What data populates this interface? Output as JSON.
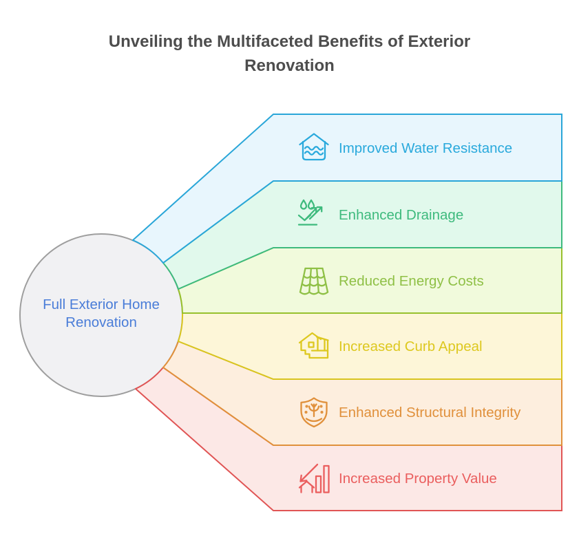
{
  "title": "Unveiling the Multifaceted Benefits of Exterior Renovation",
  "center": {
    "label_line1": "Full Exterior Home",
    "label_line2": "Renovation",
    "text_color": "#4a7dd8",
    "fill": "#f1f1f3",
    "border_color": "#9e9e9e"
  },
  "bands": [
    {
      "label": "Improved Water Resistance",
      "icon": "flooded-house-icon",
      "fill": "#e8f6fd",
      "stroke": "#29a6d8",
      "text_color": "#29a9dc",
      "icon_color": "#29a9dc"
    },
    {
      "label": "Enhanced Drainage",
      "icon": "drainage-arrows-icon",
      "fill": "#e1f9ec",
      "stroke": "#3eba7d",
      "text_color": "#3eba7d",
      "icon_color": "#3eba7d"
    },
    {
      "label": "Reduced Energy Costs",
      "icon": "roof-tiles-icon",
      "fill": "#f1fadc",
      "stroke": "#97c02c",
      "text_color": "#8fc046",
      "icon_color": "#8fc046"
    },
    {
      "label": "Increased Curb Appeal",
      "icon": "house-steps-icon",
      "fill": "#fdf6d8",
      "stroke": "#d8c51f",
      "text_color": "#ddc81f",
      "icon_color": "#ddc81f"
    },
    {
      "label": "Enhanced Structural Integrity",
      "icon": "shield-roots-icon",
      "fill": "#fdeede",
      "stroke": "#e0903b",
      "text_color": "#e0903b",
      "icon_color": "#e0903b"
    },
    {
      "label": "Increased Property Value",
      "icon": "house-chart-arrow-icon",
      "fill": "#fce8e6",
      "stroke": "#e05454",
      "text_color": "#ea5e5e",
      "icon_color": "#ea5e5e"
    }
  ]
}
